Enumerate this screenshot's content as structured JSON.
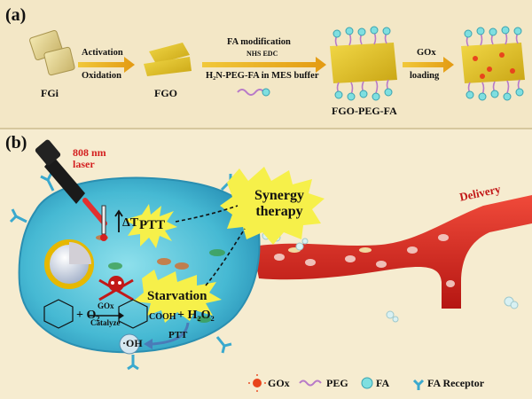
{
  "panel_a": {
    "label": "(a)",
    "nodes": [
      "FGi",
      "FGO",
      "FGO-PEG-FA"
    ],
    "arrow1": {
      "top": "Activation",
      "bottom": "Oxidation"
    },
    "arrow2": {
      "top": "FA modification",
      "sub": "NHS EDC",
      "bottom": "H₂N-PEG-FA in MES buffer"
    },
    "arrow3": {
      "top": "GOx",
      "bottom": "loading"
    }
  },
  "panel_b": {
    "label": "(b)",
    "laser": "808 nm laser",
    "delta_t": "ΔT",
    "ptt": "PTT",
    "synergy": "Synergy therapy",
    "starvation": "Starvation",
    "delivery": "Delivery",
    "reaction": {
      "plus1": "+ O₂",
      "catalyst_top": "GOx",
      "catalyst_bottom": "Catalyze",
      "cooh": "COOH",
      "plus2": "+ H₂O₂",
      "ptt2": "PTT",
      "oh_radical": "·OH"
    },
    "legend": [
      "GOx",
      "PEG",
      "FA",
      "FA Receptor"
    ]
  },
  "colors": {
    "sheet": "#e7c62a",
    "cell": "#49b8d2",
    "vessel": "#d8261f",
    "laser_red": "#d42020",
    "fa": "#7fdfe0",
    "peg": "#b87ac8"
  }
}
